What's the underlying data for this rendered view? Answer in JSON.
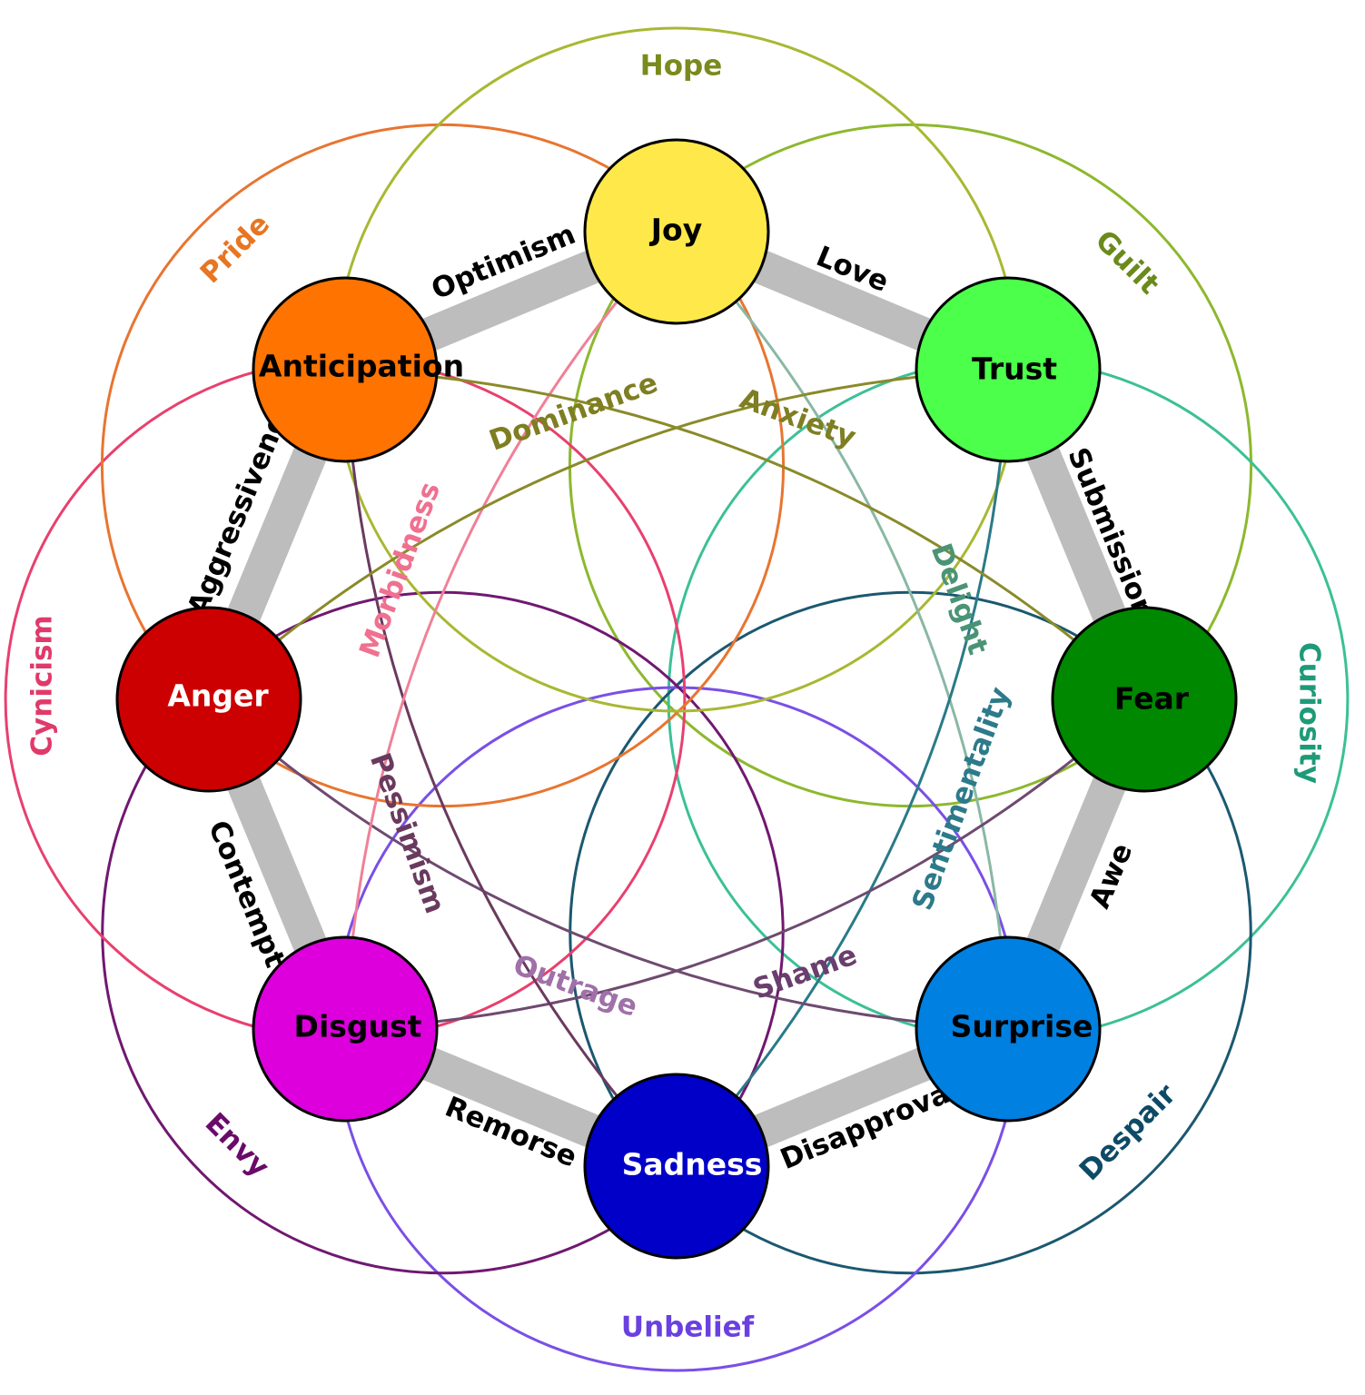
{
  "primary_emotions": [
    {
      "label": "Joy",
      "color": "#FFE84A",
      "text_color": "#000000"
    },
    {
      "label": "Trust",
      "color": "#4BFF4B",
      "text_color": "#000000"
    },
    {
      "label": "Fear",
      "color": "#008800",
      "text_color": "#000000"
    },
    {
      "label": "Surprise",
      "color": "#0080E0",
      "text_color": "#000000"
    },
    {
      "label": "Sadness",
      "color": "#0000C8",
      "text_color": "#FFFFFF"
    },
    {
      "label": "Disgust",
      "color": "#DD00DD",
      "text_color": "#000000"
    },
    {
      "label": "Anger",
      "color": "#CC0000",
      "text_color": "#FFFFFF"
    },
    {
      "label": "Anticipation",
      "color": "#FF7300",
      "text_color": "#000000"
    }
  ],
  "primary_dyads": [
    "Love",
    "Submission",
    "Awe",
    "Disapproval",
    "Remorse",
    "Contempt",
    "Aggressiveness",
    "Optimism"
  ],
  "secondary_dyads": [
    {
      "label": "Guilt",
      "color": "#6B8A1C"
    },
    {
      "label": "Curiosity",
      "color": "#1E9A78"
    },
    {
      "label": "Despair",
      "color": "#0D4A66"
    },
    {
      "label": "Unbelief",
      "color": "#6A40E0"
    },
    {
      "label": "Envy",
      "color": "#6A0A6A"
    },
    {
      "label": "Cynicism",
      "color": "#E03A6A"
    },
    {
      "label": "Pride",
      "color": "#E87522"
    },
    {
      "label": "Hope",
      "color": "#7A8A1C"
    }
  ],
  "secondary_dyad_line_colors": [
    "#8DB82E",
    "#3CC096",
    "#1B5870",
    "#7A4FE6",
    "#701870",
    "#E8406E",
    "#E87530",
    "#A8B832"
  ],
  "tertiary_dyads": [
    {
      "label": "Delight",
      "color": "#4A9476"
    },
    {
      "label": "Sentimentality",
      "color": "#2C7A8A"
    },
    {
      "label": "Shame",
      "color": "#6A3E6E"
    },
    {
      "label": "Outrage",
      "color": "#A070A8"
    },
    {
      "label": "Pessimism",
      "color": "#6A3A5E"
    },
    {
      "label": "Morbidness",
      "color": "#F07090"
    },
    {
      "label": "Dominance",
      "color": "#7E7E22"
    },
    {
      "label": "Anxiety",
      "color": "#7E7E22"
    }
  ],
  "tertiary_dyad_line_colors": [
    "#8AB8A4",
    "#2A7A88",
    "#6E4A70",
    "#6E4A70",
    "#6A3A5E",
    "#F08098",
    "#8A8A2A",
    "#8A8A2A"
  ],
  "ring_color": "#BDBDBD"
}
